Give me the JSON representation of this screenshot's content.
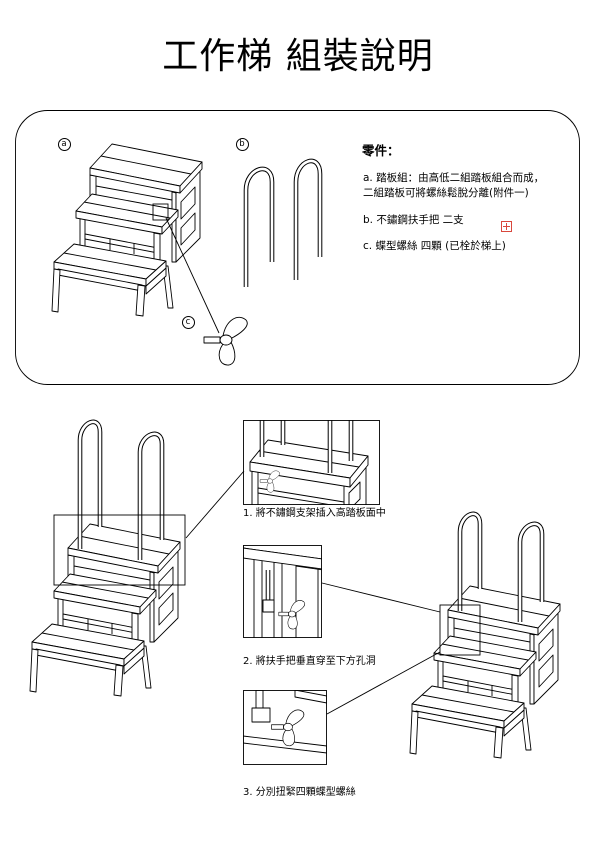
{
  "title": "工作梯 組裝說明",
  "parts": {
    "heading": "零件：",
    "callouts": {
      "a": "a",
      "b": "b",
      "c": "c"
    },
    "items": {
      "a": [
        "a. 踏板組：由高低二組踏板組合而成，",
        "二組踏板可將螺絲鬆脫分離(附件一)"
      ],
      "b": "b. 不鏽鋼扶手把 二支",
      "c": "c. 蝶型螺絲 四顆 (已栓於梯上)"
    }
  },
  "steps": [
    "1. 將不鏽鋼支架插入高踏板面中",
    "2. 將扶手把垂直穿至下方孔洞",
    "3. 分別扭緊四顆蝶型螺絲"
  ],
  "icons": {
    "annotation_marker": "annotation-marker-icon"
  },
  "colors": {
    "ink": "#000000",
    "paper": "#ffffff",
    "annotation": "#d9473d"
  }
}
